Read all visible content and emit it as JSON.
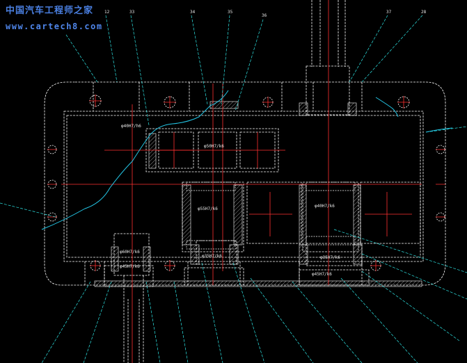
{
  "watermark": {
    "site_name": "中国汽车工程师之家",
    "url": "www.cartech8.com"
  },
  "drawing": {
    "type": "gearbox cross-section CAD drawing",
    "background": "#000000",
    "colors": {
      "outline": "#ffffff",
      "centerline": "#ff3030",
      "leader": "#2ee6e6",
      "break_line": "#24c8e8",
      "hatch": "#d8d8d8"
    },
    "balloon_labels": [
      "12",
      "33",
      "34",
      "35",
      "36",
      "37",
      "28"
    ],
    "dimension_labels": [
      "φ40H7/h6",
      "φ50H7/k6",
      "φ55H7/k6",
      "φ40H7/k6",
      "φ60H7/k6",
      "φ35H7/k6",
      "φ35H7/k6",
      "φ45H7/k6",
      "φ45H7/k6"
    ]
  }
}
